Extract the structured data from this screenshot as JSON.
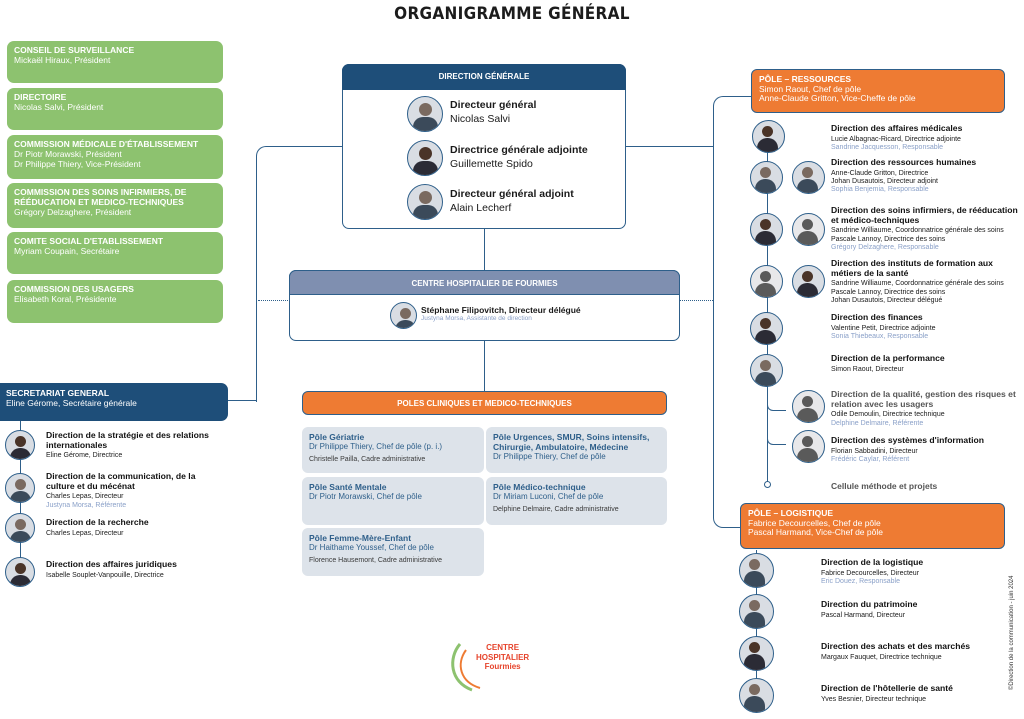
{
  "title": "ORGANIGRAMME GÉNÉRAL",
  "left_boxes": [
    {
      "title": "CONSEIL DE SURVEILLANCE",
      "lines": [
        "Mickaël Hiraux, Président"
      ]
    },
    {
      "title": "DIRECTOIRE",
      "lines": [
        "Nicolas Salvi, Président"
      ]
    },
    {
      "title": "COMMISSION MÉDICALE D'ÉTABLISSEMENT",
      "lines": [
        "Dr Piotr Morawski, Président",
        "Dr Philippe Thiery, Vice-Président"
      ]
    },
    {
      "title": "COMMISSION DES SOINS INFIRMIERS, DE RÉÉDUCATION ET MEDICO-TECHNIQUES",
      "lines": [
        "Grégory Delzaghere, Président"
      ]
    },
    {
      "title": "COMITE SOCIAL D'ETABLISSEMENT",
      "lines": [
        "Myriam Coupain, Secrétaire"
      ]
    },
    {
      "title": "COMMISSION DES USAGERS",
      "lines": [
        "Elisabeth Koral, Présidente"
      ]
    }
  ],
  "direction_generale": {
    "header": "DIRECTION GÉNÉRALE",
    "people": [
      {
        "role": "Directeur général",
        "name": "Nicolas Salvi"
      },
      {
        "role": "Directrice générale adjointe",
        "name": "Guillemette Spido"
      },
      {
        "role": "Directeur général adjoint",
        "name": "Alain Lecherf"
      }
    ]
  },
  "centre": {
    "header": "CENTRE HOSPITALIER DE FOURMIES",
    "person": "Stéphane Filipovitch, Directeur délégué",
    "assistant": "Justyna Morsa, Assistante de direction"
  },
  "secretariat": {
    "title": "SECRETARIAT GENERAL",
    "subtitle": "Eline Gérome, Secrétaire générale",
    "entries": [
      {
        "h": "Direction de la stratégie et des relations internationales",
        "l1": "Eline Gérome, Directrice",
        "r": ""
      },
      {
        "h": "Direction de la communication, de la culture et du mécénat",
        "l1": "Charles Lepas, Directeur",
        "r": "Justyna Morsa, Référente"
      },
      {
        "h": "Direction de la recherche",
        "l1": "Charles Lepas, Directeur",
        "r": ""
      },
      {
        "h": "Direction des affaires juridiques",
        "l1": "Isabelle Souplet-Vanpouille, Directrice",
        "r": ""
      }
    ]
  },
  "poles": {
    "header": "POLES CLINIQUES ET MEDICO-TECHNIQUES",
    "items": [
      {
        "h": "Pôle Gériatrie",
        "l": "Dr Philippe Thiery, Chef de pôle (p. i.)",
        "c": "Christelle Pailla, Cadre administrative"
      },
      {
        "h": "Pôle Urgences, SMUR, Soins intensifs, Chirurgie, Ambulatoire, Médecine",
        "l": "Dr Philippe Thiery, Chef de pôle",
        "c": ""
      },
      {
        "h": "Pôle Santé Mentale",
        "l": "Dr Piotr Morawski, Chef de pôle",
        "c": ""
      },
      {
        "h": "Pôle Médico-technique",
        "l": "Dr Miriam Luconi, Chef de pôle",
        "c": "Delphine Delmaire, Cadre administrative"
      },
      {
        "h": "Pôle Femme-Mère-Enfant",
        "l": "Dr Haithame Youssef, Chef de pôle",
        "c": "Florence Hausemont, Cadre administrative"
      }
    ]
  },
  "ressources": {
    "title": "PÔLE – RESSOURCES",
    "l1": "Simon Raout, Chef de pôle",
    "l2": "Anne-Claude Gritton, Vice-Cheffe de pôle",
    "entries": [
      {
        "h": "Direction des affaires médicales",
        "lines": [
          "Lucie Albagnac-Ricard, Directrice adjointe"
        ],
        "r": "Sandrine Jacquesson, Responsable"
      },
      {
        "h": "Direction des ressources humaines",
        "lines": [
          "Anne-Claude Gritton, Directrice",
          "Johan Dusautois, Directeur adjoint"
        ],
        "r": "Sophia Benjemia, Responsable"
      },
      {
        "h": "Direction des soins infirmiers, de rééducation et médico-techniques",
        "lines": [
          "Sandrine Williaume, Coordonnatrice générale des soins",
          "Pascale Lannoy, Directrice des soins"
        ],
        "r": "Grégory Delzaghere, Responsable"
      },
      {
        "h": "Direction des instituts de formation aux métiers de la santé",
        "lines": [
          "Sandrine Williaume, Coordonnatrice générale des soins",
          "Pascale Lannoy, Directrice des soins",
          "Johan Dusautois, Directeur délégué"
        ],
        "r": ""
      },
      {
        "h": "Direction des finances",
        "lines": [
          "Valentine Petit, Directrice adjointe"
        ],
        "r": "Sonia Thiebeaux, Responsable"
      },
      {
        "h": "Direction de la performance",
        "lines": [
          "Simon Raout, Directeur"
        ],
        "r": ""
      }
    ],
    "sub_entries": [
      {
        "h": "Direction de la qualité, gestion des risques et relation avec les usagers",
        "lines": [
          "Odile Demoulin, Directrice technique"
        ],
        "r": "Delphine Delmaire, Référente"
      },
      {
        "h": "Direction des systèmes d'information",
        "lines": [
          "Florian Sabbadini, Directeur"
        ],
        "r": "Frédéric Caylar, Référent"
      }
    ],
    "cellule": "Cellule méthode et projets"
  },
  "logistique": {
    "title": "PÔLE – LOGISTIQUE",
    "l1": "Fabrice Decourcelles, Chef de pôle",
    "l2": "Pascal Harmand, Vice-Chef de pôle",
    "entries": [
      {
        "h": "Direction de la logistique",
        "l1": "Fabrice Decourcelles, Directeur",
        "r": "Eric Douez, Responsable"
      },
      {
        "h": "Direction du patrimoine",
        "l1": "Pascal Harmand, Directeur",
        "r": ""
      },
      {
        "h": "Direction des achats et des marchés",
        "l1": "Margaux Fauquet, Directrice technique",
        "r": ""
      },
      {
        "h": "Direction de l'hôtellerie de santé",
        "l1": "Yves Besnier, Directeur technique",
        "r": ""
      }
    ]
  },
  "logo": {
    "l1": "CENTRE",
    "l2": "HOSPITALIER",
    "l3": "Fourmies"
  },
  "credit": "©Direction de la communication - juin 2024",
  "colors": {
    "navy": "#1e4e79",
    "orange": "#ee7b33",
    "green": "#8dc26f",
    "greyblue": "#7f8fb0",
    "pole_bg": "#dde3ea"
  }
}
